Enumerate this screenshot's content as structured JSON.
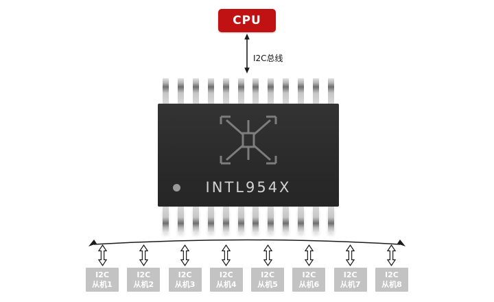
{
  "cpu": {
    "label": "CPU"
  },
  "bus": {
    "label": "I2C总线"
  },
  "chip": {
    "label": "INTL954X"
  },
  "slaves": [
    {
      "line1": "I2C",
      "line2": "从机1"
    },
    {
      "line1": "I2C",
      "line2": "从机2"
    },
    {
      "line1": "I2C",
      "line2": "从机3"
    },
    {
      "line1": "I2C",
      "line2": "从机4"
    },
    {
      "line1": "I2C",
      "line2": "从机5"
    },
    {
      "line1": "I2C",
      "line2": "从机6"
    },
    {
      "line1": "I2C",
      "line2": "从机7"
    },
    {
      "line1": "I2C",
      "line2": "从机8"
    }
  ],
  "colors": {
    "cpu_red": "#c01212",
    "chip_dark": "#2d2d2d",
    "chip_text": "#d2d2d2",
    "slave_gray": "#c3c3c3",
    "arrow_black": "#1a1a1a"
  }
}
